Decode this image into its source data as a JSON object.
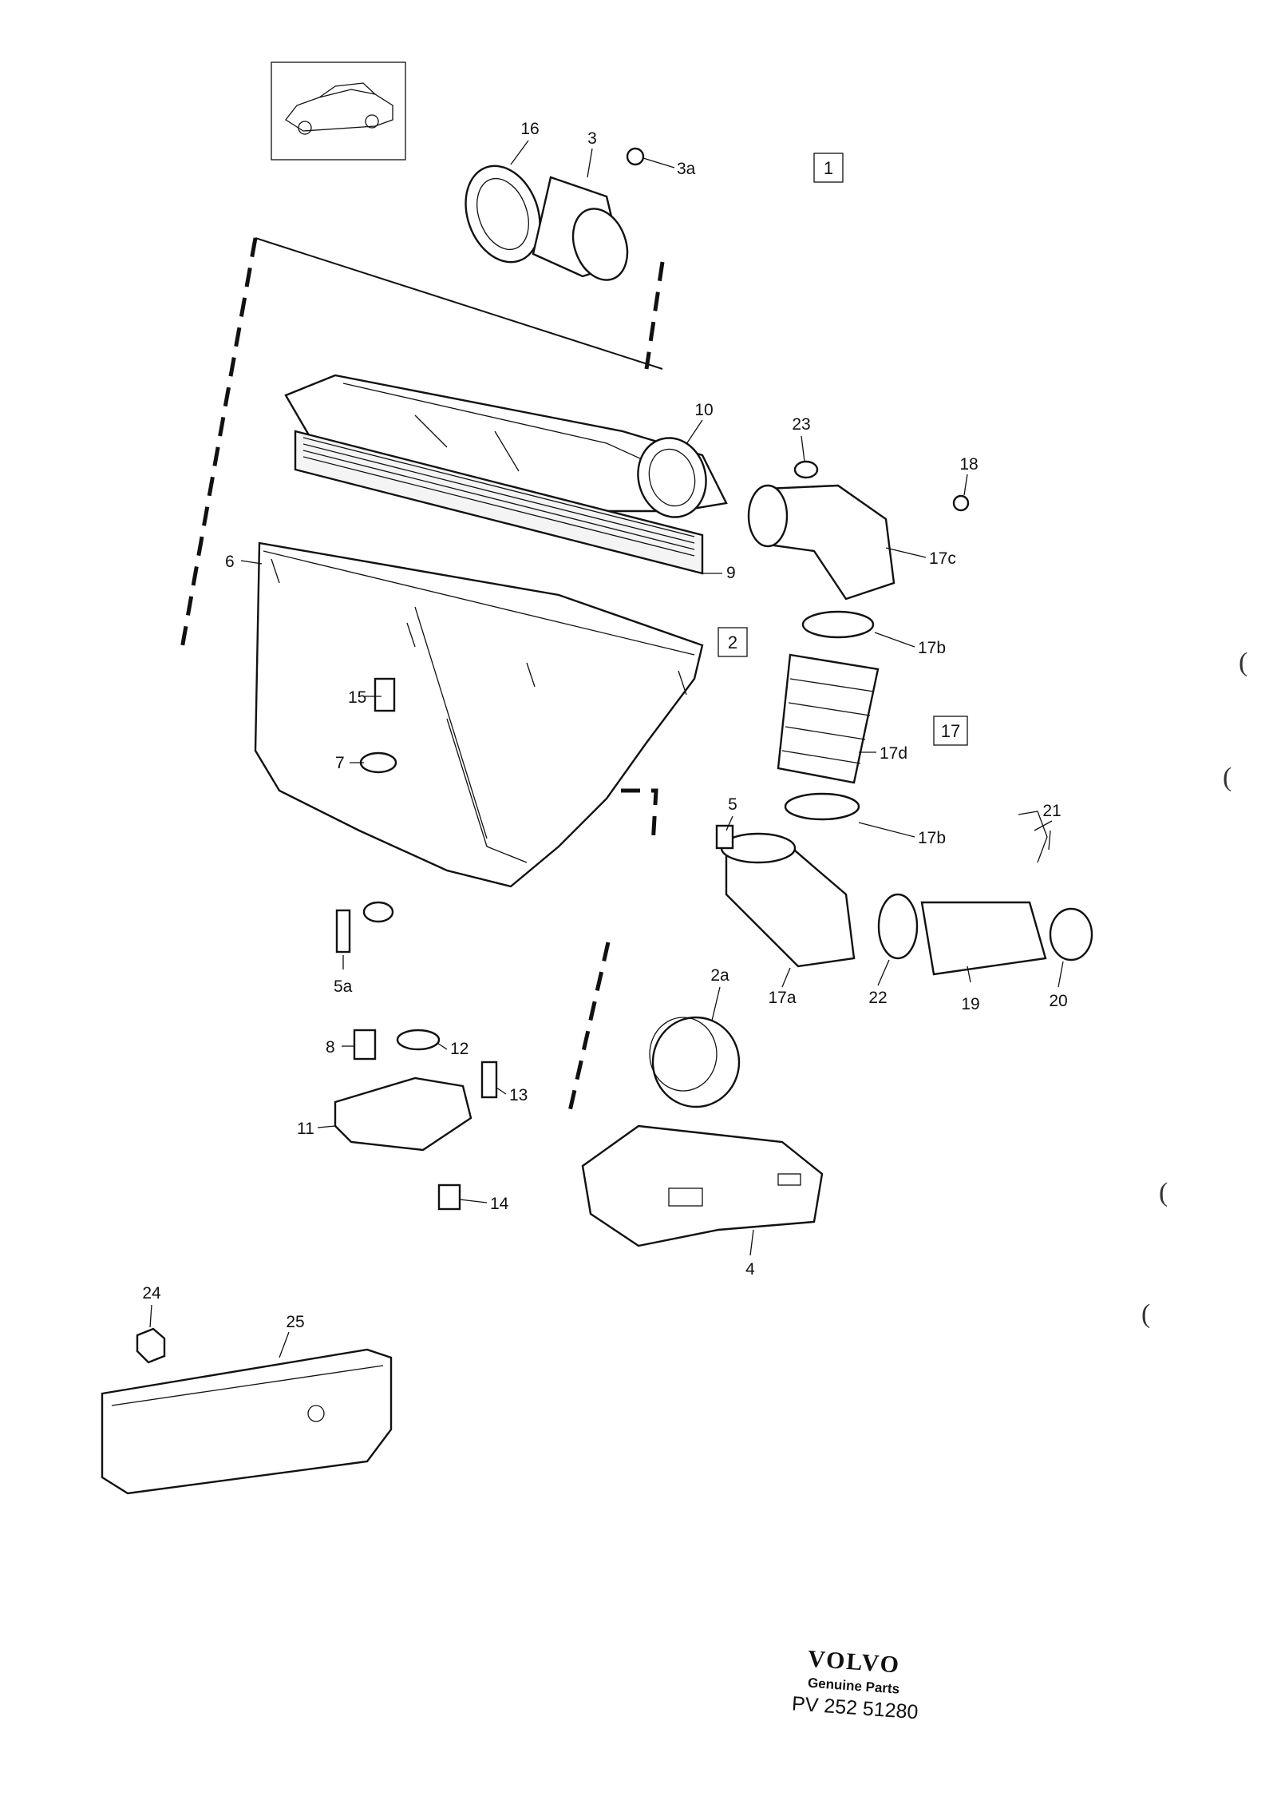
{
  "callouts": {
    "c16": "16",
    "c3": "3",
    "c3a": "3a",
    "c10": "10",
    "c23": "23",
    "c18": "18",
    "c17c": "17c",
    "c9": "9",
    "c6": "6",
    "c17b_top": "17b",
    "c15": "15",
    "c17d": "17d",
    "c7": "7",
    "c5": "5",
    "c17b_bot": "17b",
    "c21": "21",
    "c5a": "5a",
    "c17a": "17a",
    "c22": "22",
    "c19": "19",
    "c20": "20",
    "c2a": "2a",
    "c8": "8",
    "c12": "12",
    "c13": "13",
    "c11": "11",
    "c14": "14",
    "c4": "4",
    "c24": "24",
    "c25": "25"
  },
  "boxes": {
    "b1": "1",
    "b2": "2",
    "b17": "17"
  },
  "footer": {
    "brand": "VOLVO",
    "tagline": "Genuine Parts",
    "code": "PV 252  51280"
  }
}
